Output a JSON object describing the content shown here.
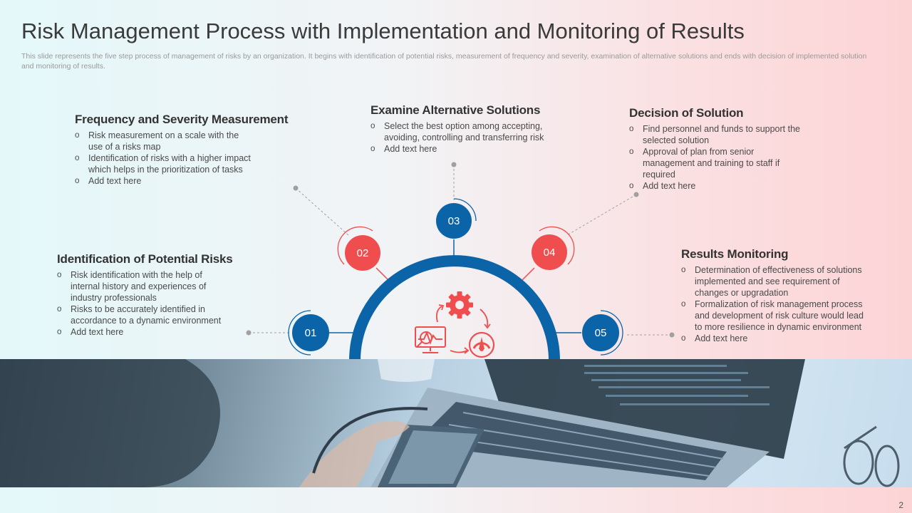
{
  "slide": {
    "title": "Risk Management Process with Implementation and Monitoring of Results",
    "subtitle": "This slide represents the five step process of management of risks by an organization. It begins with identification of potential risks, measurement of frequency and severity, examination of alternative solutions and ends with decision of implemented solution and monitoring of results.",
    "page_number": "2"
  },
  "steps": [
    {
      "number": "01",
      "title": "Identification of Potential Risks",
      "bullets": [
        "Risk identification with the help of internal history and experiences of industry professionals",
        "Risks to be accurately identified in accordance to a dynamic environment",
        "Add text here"
      ]
    },
    {
      "number": "02",
      "title": "Frequency and Severity Measurement",
      "bullets": [
        "Risk measurement on a scale with the use of a risks map",
        "Identification of risks with a higher impact which helps in the prioritization of tasks",
        "Add text here"
      ]
    },
    {
      "number": "03",
      "title": "Examine Alternative Solutions",
      "bullets": [
        "Select the best option among accepting, avoiding, controlling and transferring risk",
        "Add text here"
      ]
    },
    {
      "number": "04",
      "title": "Decision of Solution",
      "bullets": [
        "Find personnel and funds to support the selected solution",
        "Approval of plan from senior management and training to staff if required",
        "Add text here"
      ]
    },
    {
      "number": "05",
      "title": "Results Monitoring",
      "bullets": [
        "Determination of effectiveness of solutions implemented and see requirement of changes or upgradation",
        "Formalization of risk management process and development of risk culture would lead to more resilience in dynamic environment",
        "Add text here"
      ]
    }
  ],
  "icons": {
    "center": [
      "gear-icon",
      "monitor-chart-icon",
      "gauge-icon",
      "cycle-arrows-icon"
    ],
    "bullet": "circle-bullet"
  },
  "colors": {
    "blue": "#0b64a8",
    "red": "#f04e4e",
    "title": "#3a3a3a",
    "body": "#4a4a4a"
  }
}
